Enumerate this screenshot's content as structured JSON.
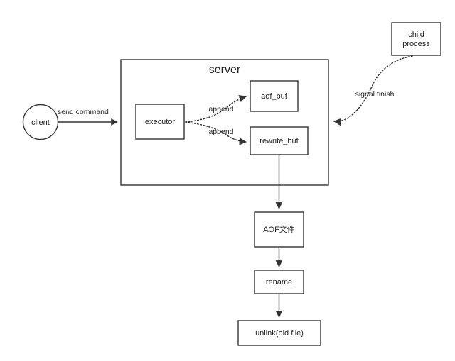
{
  "diagram": {
    "title": "server",
    "nodes": {
      "client": {
        "label": "client",
        "shape": "ellipse"
      },
      "server": {
        "label": "server",
        "shape": "container"
      },
      "executor": {
        "label": "executor",
        "shape": "rect"
      },
      "aof_buf": {
        "label": "aof_buf",
        "shape": "rect"
      },
      "rewrite_buf": {
        "label": "rewrite_buf",
        "shape": "rect"
      },
      "child_process": {
        "label_line1": "child",
        "label_line2": "process",
        "shape": "rect"
      },
      "aof_file": {
        "label": "AOF文件",
        "shape": "rect"
      },
      "rename": {
        "label": "rename",
        "shape": "rect"
      },
      "unlink": {
        "label": "unlink(old file)",
        "shape": "rect"
      }
    },
    "edges": {
      "send_command": {
        "label": "send command",
        "style": "solid",
        "from": "client",
        "to": "server"
      },
      "append_aof": {
        "label": "append",
        "style": "dotted",
        "from": "executor",
        "to": "aof_buf"
      },
      "append_rewrite": {
        "label": "append",
        "style": "dotted",
        "from": "executor",
        "to": "rewrite_buf"
      },
      "signal_finish": {
        "label": "signal finish",
        "style": "dotted",
        "from": "child_process",
        "to": "server"
      },
      "rewrite_to_file": {
        "label": "",
        "style": "solid",
        "from": "rewrite_buf",
        "to": "aof_file"
      },
      "file_to_rename": {
        "label": "",
        "style": "solid",
        "from": "aof_file",
        "to": "rename"
      },
      "rename_to_unlink": {
        "label": "",
        "style": "solid",
        "from": "rename",
        "to": "unlink"
      }
    },
    "colors": {
      "stroke": "#333333",
      "fill": "#ffffff",
      "text": "#222222"
    }
  }
}
